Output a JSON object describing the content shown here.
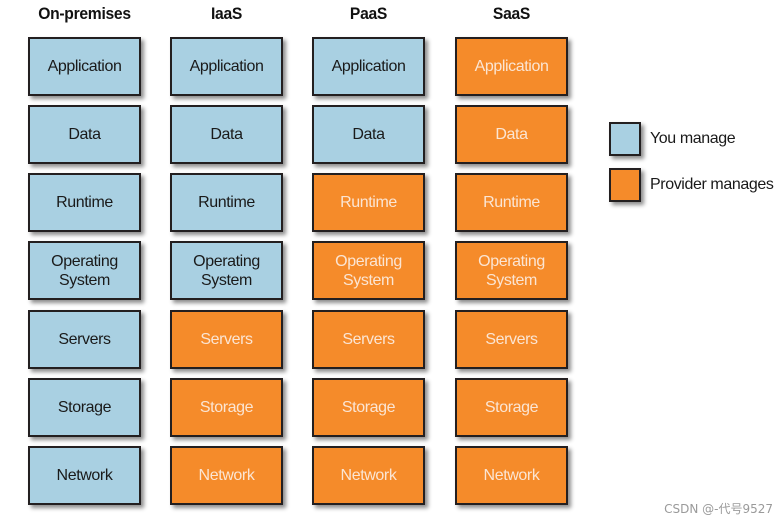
{
  "colors": {
    "you_manage": "#a9d0e2",
    "provider_manages": "#f58b2a",
    "border": "#231f20"
  },
  "columns": [
    {
      "title": "On-premises",
      "cells": [
        {
          "label": "Application",
          "managed_by": "you"
        },
        {
          "label": "Data",
          "managed_by": "you"
        },
        {
          "label": "Runtime",
          "managed_by": "you"
        },
        {
          "label": "Operating\nSystem",
          "managed_by": "you"
        },
        {
          "label": "Servers",
          "managed_by": "you"
        },
        {
          "label": "Storage",
          "managed_by": "you"
        },
        {
          "label": "Network",
          "managed_by": "you"
        }
      ]
    },
    {
      "title": "IaaS",
      "cells": [
        {
          "label": "Application",
          "managed_by": "you"
        },
        {
          "label": "Data",
          "managed_by": "you"
        },
        {
          "label": "Runtime",
          "managed_by": "you"
        },
        {
          "label": "Operating\nSystem",
          "managed_by": "you"
        },
        {
          "label": "Servers",
          "managed_by": "provider"
        },
        {
          "label": "Storage",
          "managed_by": "provider"
        },
        {
          "label": "Network",
          "managed_by": "provider"
        }
      ]
    },
    {
      "title": "PaaS",
      "cells": [
        {
          "label": "Application",
          "managed_by": "you"
        },
        {
          "label": "Data",
          "managed_by": "you"
        },
        {
          "label": "Runtime",
          "managed_by": "provider"
        },
        {
          "label": "Operating\nSystem",
          "managed_by": "provider"
        },
        {
          "label": "Servers",
          "managed_by": "provider"
        },
        {
          "label": "Storage",
          "managed_by": "provider"
        },
        {
          "label": "Network",
          "managed_by": "provider"
        }
      ]
    },
    {
      "title": "SaaS",
      "cells": [
        {
          "label": "Application",
          "managed_by": "provider"
        },
        {
          "label": "Data",
          "managed_by": "provider"
        },
        {
          "label": "Runtime",
          "managed_by": "provider"
        },
        {
          "label": "Operating\nSystem",
          "managed_by": "provider"
        },
        {
          "label": "Servers",
          "managed_by": "provider"
        },
        {
          "label": "Storage",
          "managed_by": "provider"
        },
        {
          "label": "Network",
          "managed_by": "provider"
        }
      ]
    }
  ],
  "legend": {
    "items": [
      {
        "key": "you",
        "label": "You manage"
      },
      {
        "key": "provider",
        "label": "Provider manages"
      }
    ]
  },
  "watermark": "CSDN @-代号9527"
}
